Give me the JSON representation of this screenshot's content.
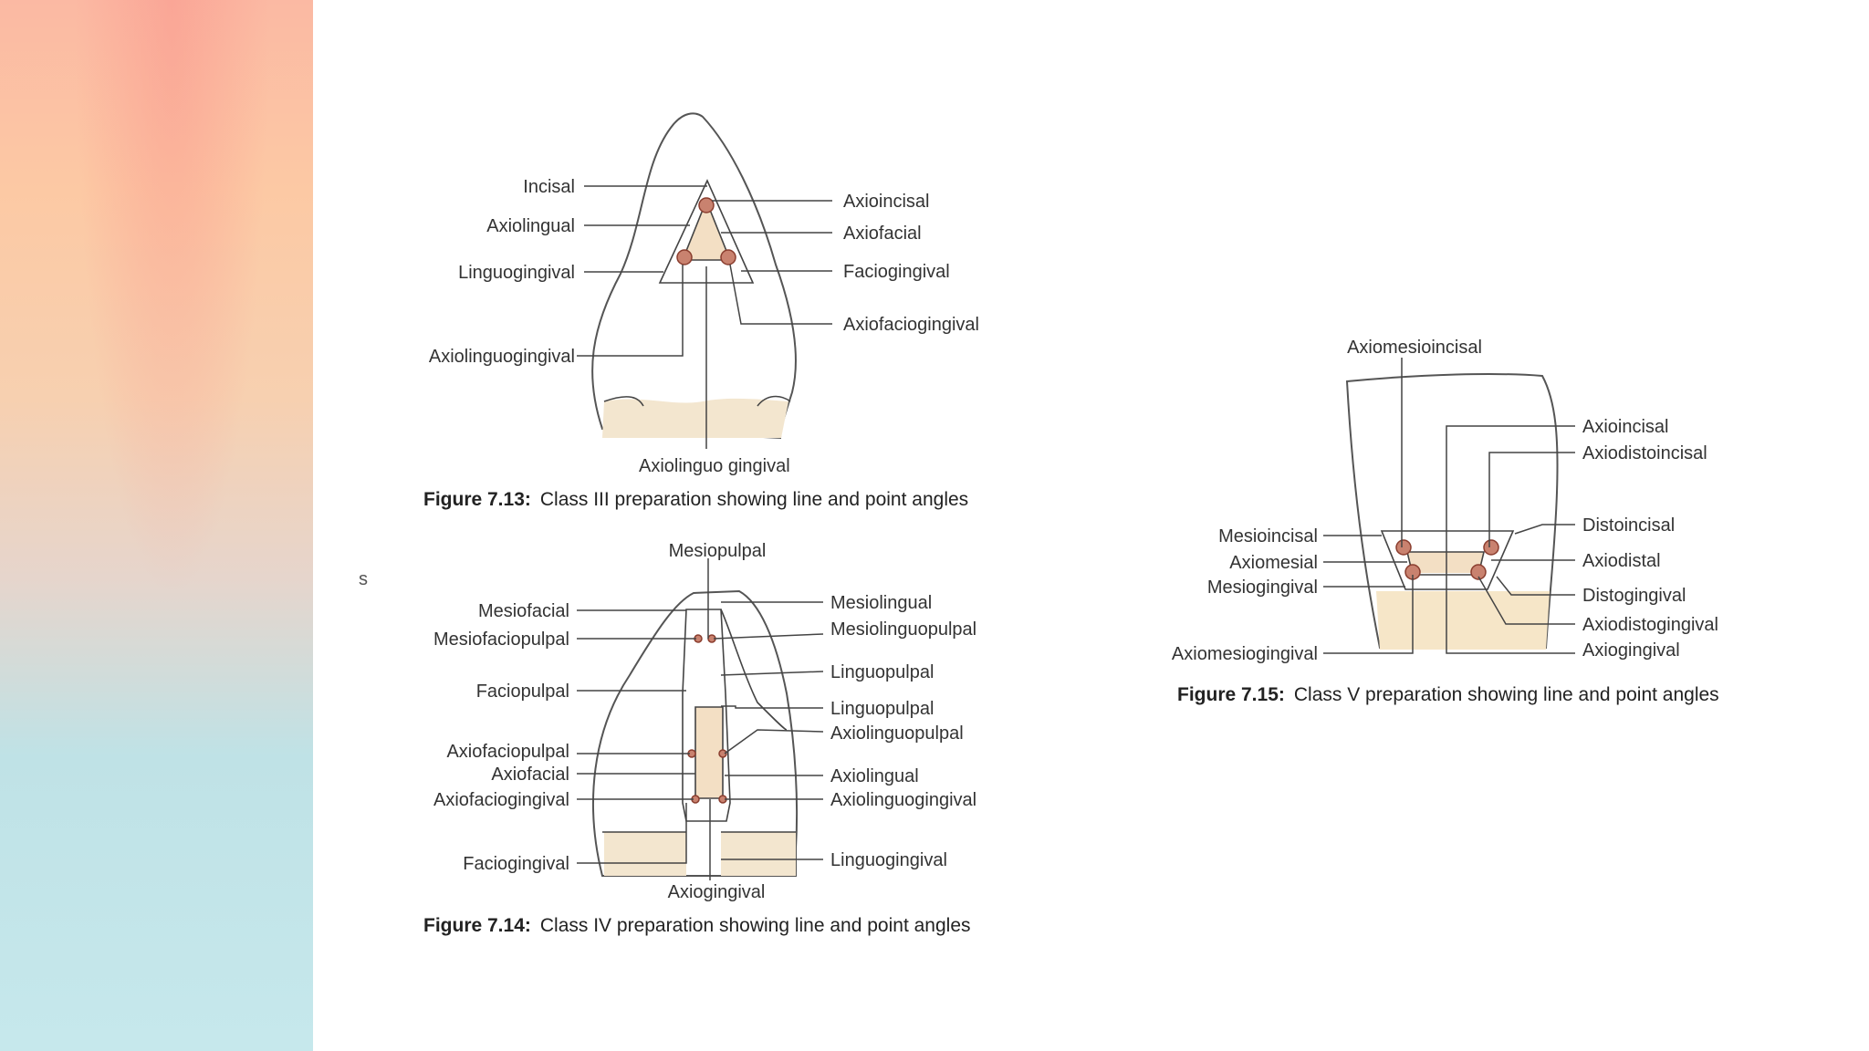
{
  "stray_text": "s",
  "figures": [
    {
      "caption_number": "Figure 7.13:",
      "caption_text": "Class III preparation showing line and point angles",
      "labels": [
        "Incisal",
        "Axiolingual",
        "Linguogingival",
        "Axiolinguogingival",
        "Axioincisal",
        "Axiofacial",
        "Faciogingival",
        "Axiofaciogingival",
        "Axiolinguo gingival"
      ]
    },
    {
      "caption_number": "Figure 7.14:",
      "caption_text": "Class IV preparation showing line and point angles",
      "labels": [
        "Mesiopulpal",
        "Mesiofacial",
        "Mesiofaciopulpal",
        "Faciopulpal",
        "Axiofaciopulpal",
        "Axiofacial",
        "Axiofaciogingival",
        "Faciogingival",
        "Axiogingival",
        "Mesiolingual",
        "Mesiolinguopulpal",
        "Linguopulpal",
        "Linguopulpal",
        "Axiolinguopulpal",
        "Axiolingual",
        "Axiolinguogingival",
        "Linguogingival"
      ]
    },
    {
      "caption_number": "Figure 7.15:",
      "caption_text": "Class V preparation showing line and point angles",
      "labels": [
        "Axiomesioincisal",
        "Mesioincisal",
        "Axiomesial",
        "Mesiogingival",
        "Axiomesiogingival",
        "Axioincisal",
        "Axiodistoincisal",
        "Distoincisal",
        "Axiodistal",
        "Distogingival",
        "Axiodistogingival",
        "Axiogingival"
      ]
    }
  ],
  "colors": {
    "cavity_floor": "#f3dfc4",
    "point_angle": "#c9826f",
    "leader_line": "#444444"
  }
}
